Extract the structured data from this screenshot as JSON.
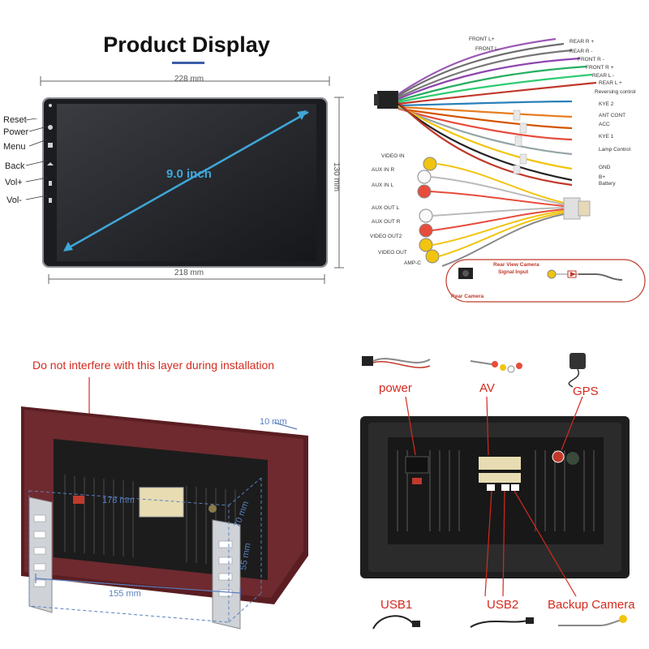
{
  "product_display": {
    "title": "Product Display",
    "dim_top": "228 mm",
    "dim_bottom": "218 mm",
    "dim_side": "130 mm",
    "screen_size": "9.0 inch",
    "buttons": [
      "Reset",
      "Power",
      "Menu",
      "Back",
      "Vol+",
      "Vol-"
    ]
  },
  "wiring": {
    "labels_left": [
      "FRONT L+",
      "FRONT L-"
    ],
    "labels_right": [
      "REAR R +",
      "REAR R -",
      "FRONT R -",
      "FRONT R +",
      "REAR L -",
      "REAR L +",
      "Reversing control",
      "KYE 2",
      "ANT CONT",
      "ACC",
      "KYE 1",
      "Lamp Control",
      "GND",
      "B+",
      "Battery"
    ],
    "rca_labels": [
      "VIDEO IN",
      "AUX IN R",
      "AUX IN L",
      "AUX OUT L",
      "AUX OUT R",
      "VIDEO OUT2",
      "VIDEO OUT",
      "AMP-C"
    ],
    "camera_title": "Rear View Camera",
    "camera_sub": "Signal Input",
    "camera_label": "Rear Camera"
  },
  "install": {
    "warning": "Do not interfere with this layer during installation",
    "dim_depth": "10 mm",
    "dim_width": "178 mm",
    "dim_height": "70 mm",
    "dim_side": "55 mm",
    "dim_bottom": "155 mm"
  },
  "ports": {
    "top_labels": [
      "power",
      "AV",
      "GPS"
    ],
    "bottom_labels": [
      "USB1",
      "USB2",
      "Backup Camera"
    ]
  },
  "colors": {
    "accent_red": "#d42a1e",
    "screen_blue": "#3fa7d8",
    "dimension_line": "#5b7fc0"
  }
}
